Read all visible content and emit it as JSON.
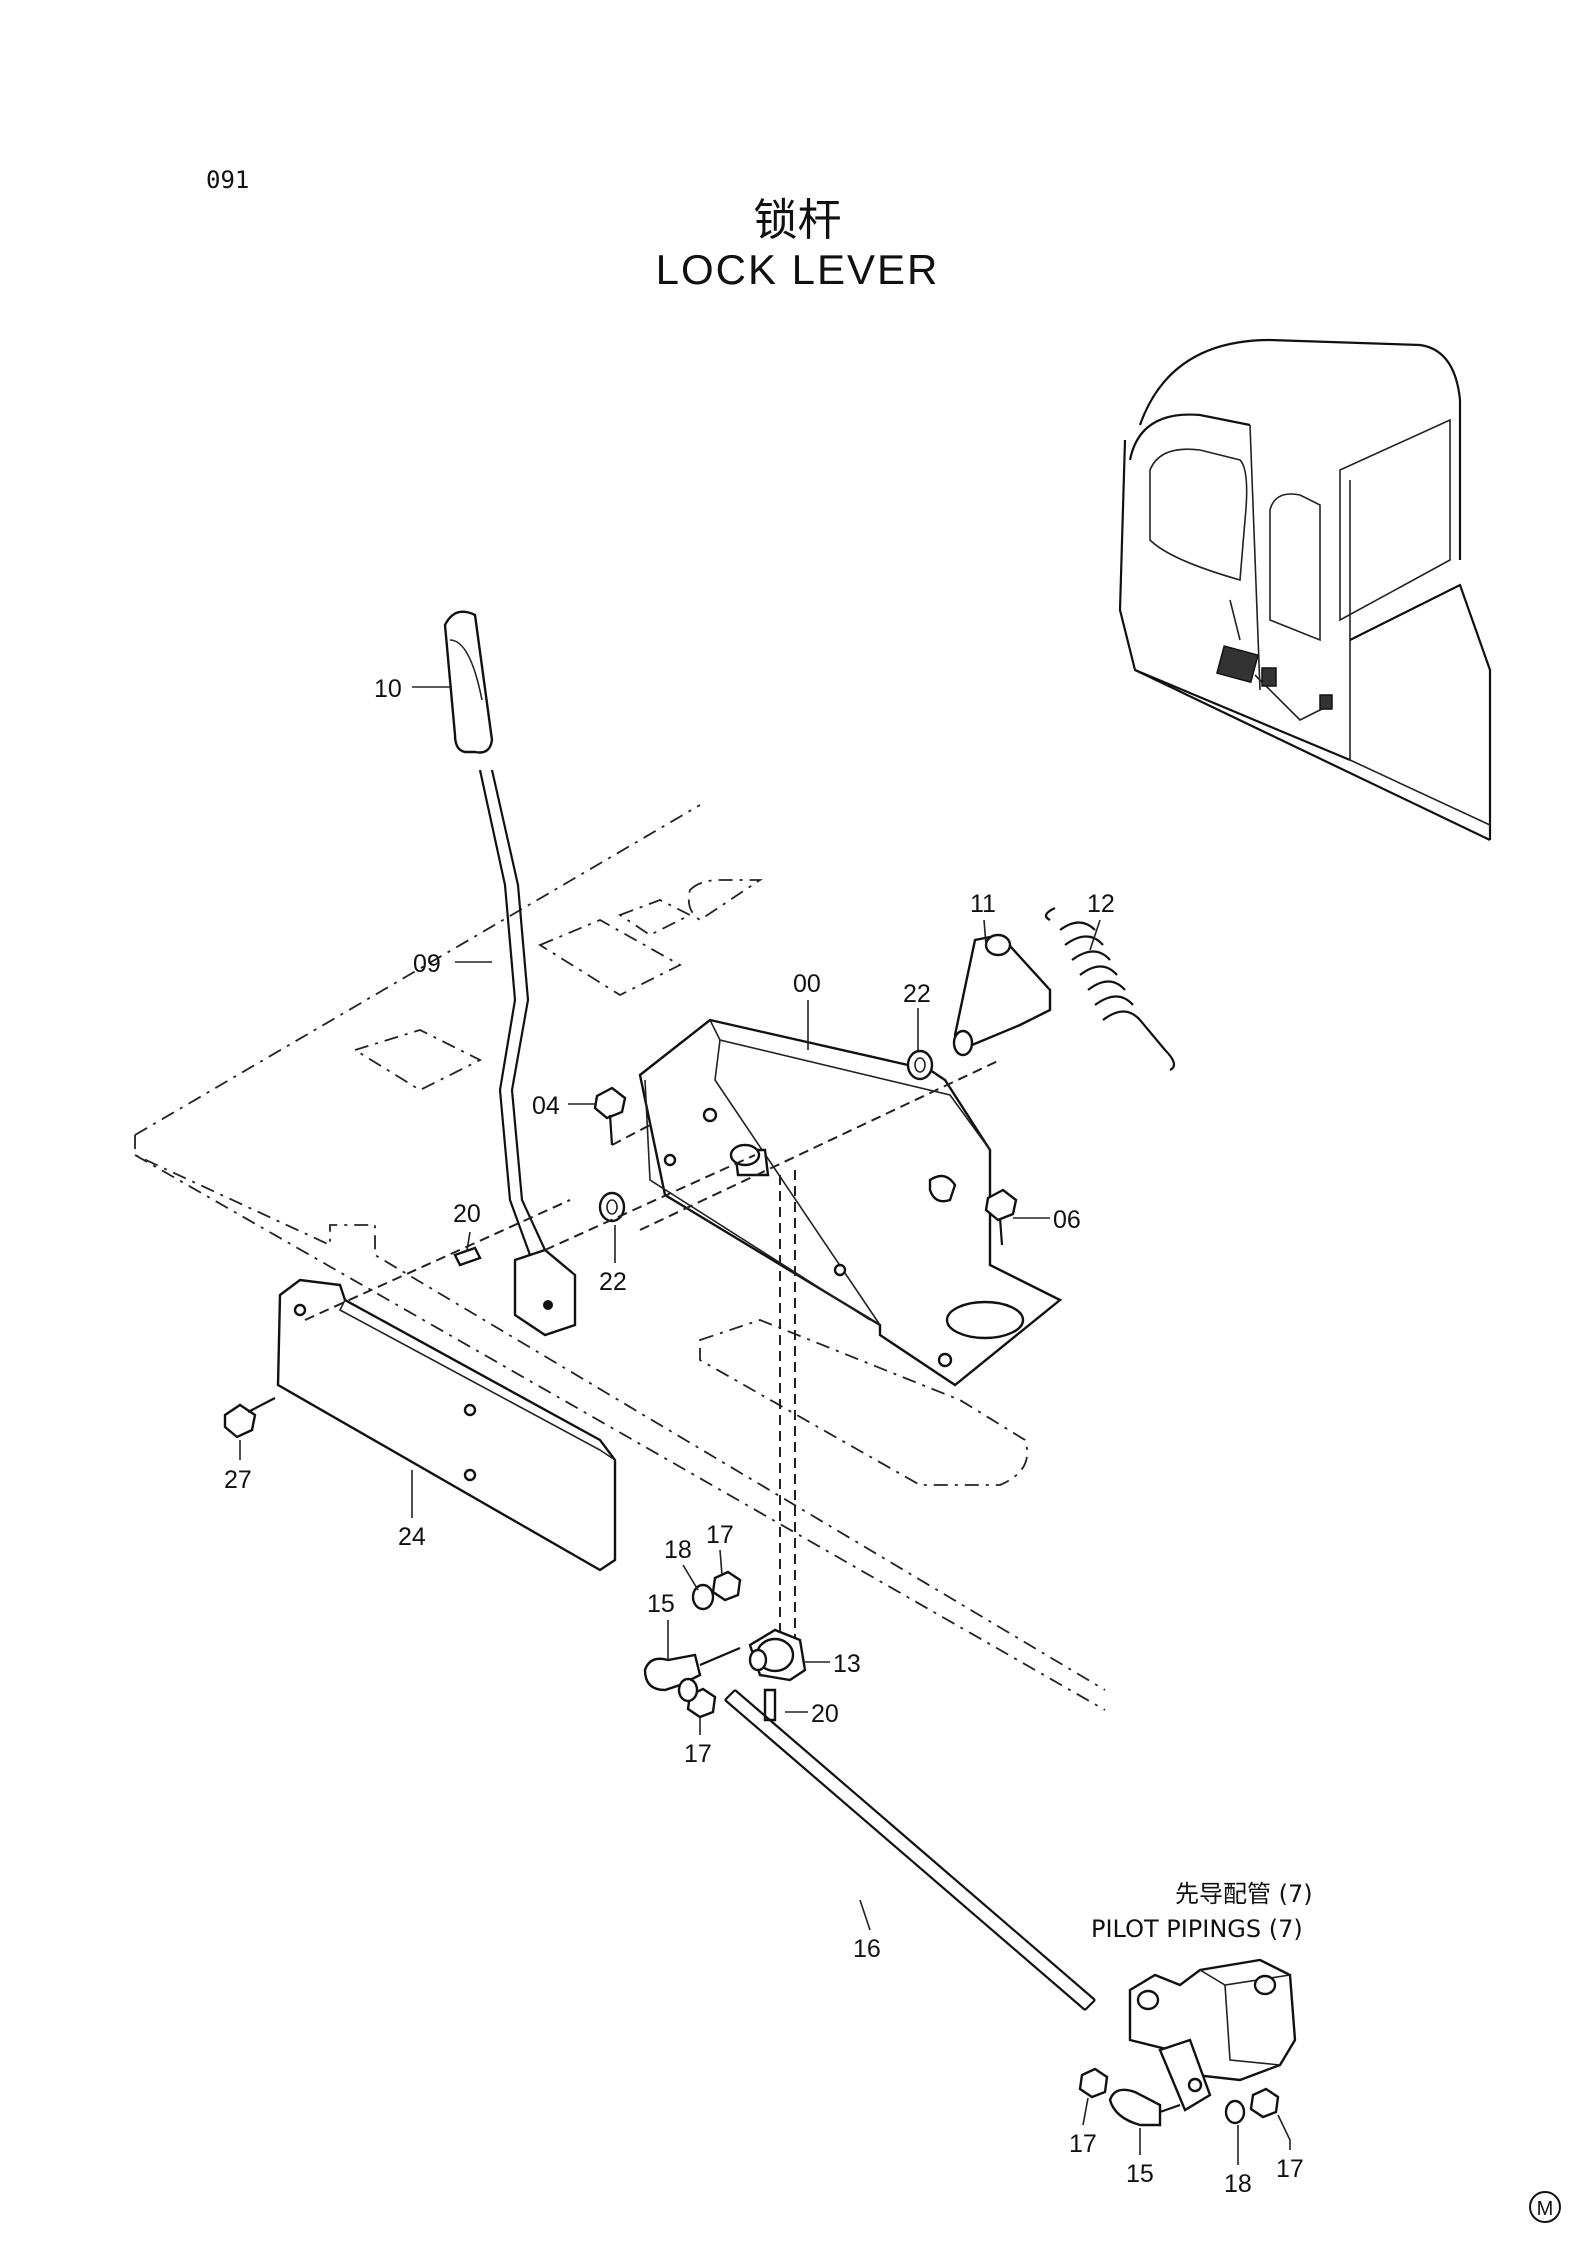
{
  "page_number": "091",
  "title_cn": "锁杆",
  "title_en": "LOCK LEVER",
  "callouts": {
    "c00": "00",
    "c04": "04",
    "c06": "06",
    "c09": "09",
    "c10": "10",
    "c11": "11",
    "c12": "12",
    "c13": "13",
    "c15a": "15",
    "c15b": "15",
    "c16": "16",
    "c17a": "17",
    "c17b": "17",
    "c17c": "17",
    "c17d": "17",
    "c18a": "18",
    "c18b": "18",
    "c20a": "20",
    "c20b": "20",
    "c22a": "22",
    "c22b": "22",
    "c24": "24",
    "c27": "27"
  },
  "pilot_note": {
    "cn": "先导配管 (7)",
    "en": "PILOT PIPINGS (7)"
  },
  "mark": "M"
}
